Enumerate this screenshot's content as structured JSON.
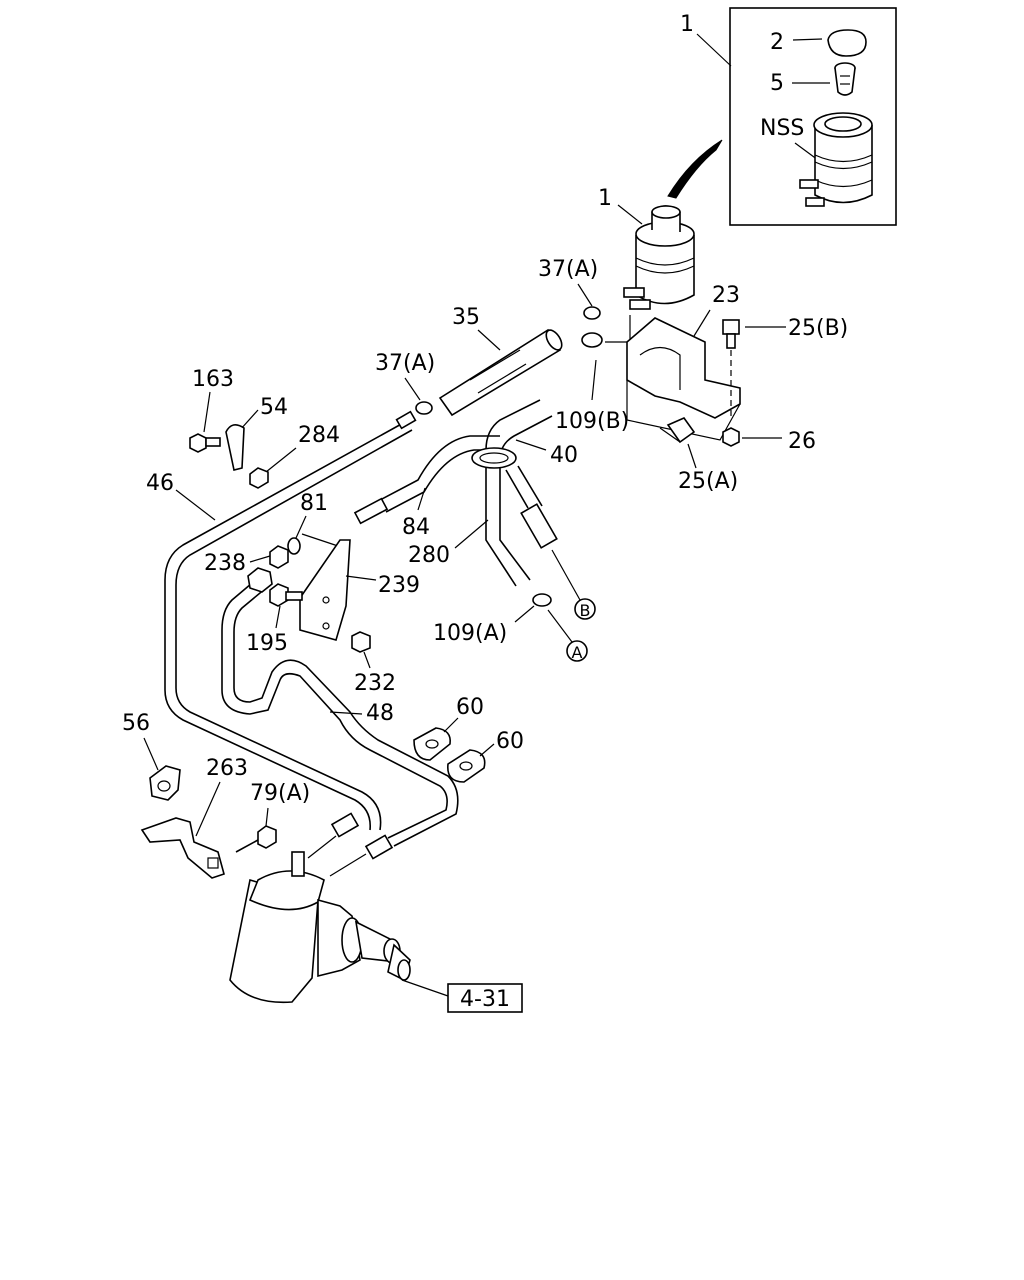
{
  "inset_labels": [
    "1",
    "2",
    "5",
    "NSS"
  ],
  "callouts": {
    "reservoir": "1",
    "clamp_37a_top": "37(A)",
    "bracket": "23",
    "hose_35": "35",
    "bolt_25b": "25(B)",
    "clamp_37a_mid": "37(A)",
    "clamp_109b": "109(B)",
    "bolt_163": "163",
    "clip_54": "54",
    "nut_284": "284",
    "clamp_40": "40",
    "nut_26": "26",
    "bolt_25a": "25(A)",
    "pipe_46": "46",
    "washer_81": "81",
    "hose_84": "84",
    "nut_238": "238",
    "hose_280": "280",
    "bracket_239": "239",
    "ref_b": "B",
    "bolt_195": "195",
    "clamp_109a": "109(A)",
    "ref_a": "A",
    "nut_232": "232",
    "clip_60a": "60",
    "pipe_48": "48",
    "clip_60b": "60",
    "clip_56": "56",
    "bracket_263": "263",
    "bolt_79a": "79(A)",
    "ref_4_31": "4-31"
  }
}
